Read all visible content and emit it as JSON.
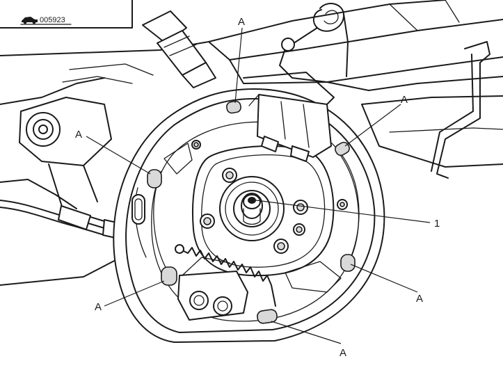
{
  "figure_code": "005923",
  "callouts": [
    {
      "id": "a1",
      "text": "A"
    },
    {
      "id": "a2",
      "text": "A"
    },
    {
      "id": "a3",
      "text": "A"
    },
    {
      "id": "a4",
      "text": "A"
    },
    {
      "id": "a5",
      "text": "A"
    },
    {
      "id": "a6",
      "text": "A"
    },
    {
      "id": "c1",
      "text": "1"
    }
  ],
  "icons": {
    "corner": "car-icon"
  }
}
